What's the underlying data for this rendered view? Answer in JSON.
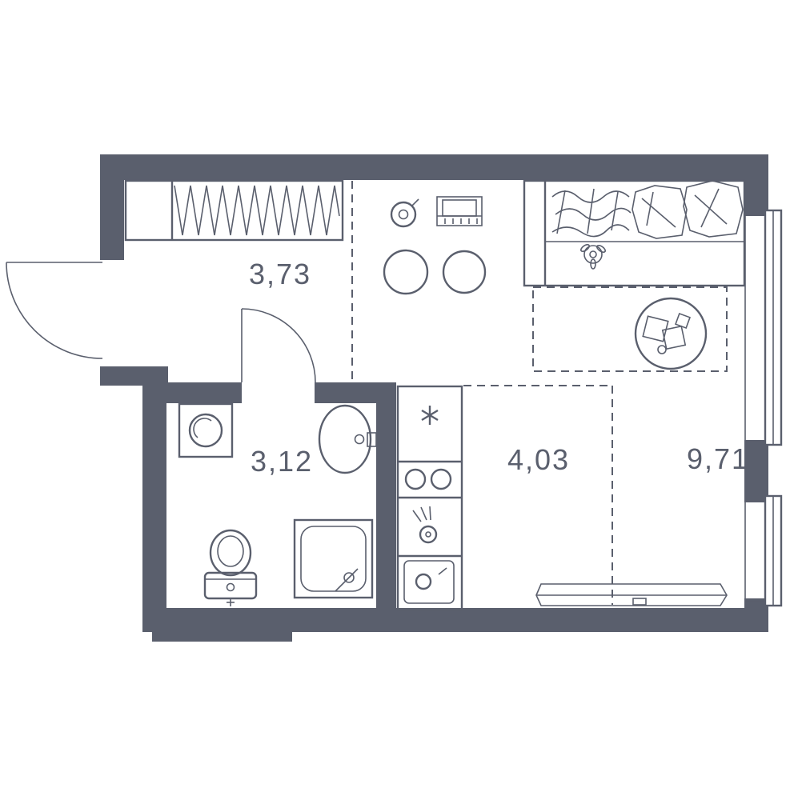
{
  "floorplan": {
    "type": "studio-apartment-floor-plan",
    "rooms": {
      "hallway": {
        "area": "3,73"
      },
      "bathroom": {
        "area": "3,12"
      },
      "kitchen": {
        "area": "4,03"
      },
      "living": {
        "area": "9,71"
      }
    },
    "colors": {
      "wall": "#5a5f6d",
      "background": "#ffffff"
    },
    "fixtures": {
      "hallway": [
        "wardrobe-icon",
        "entrance-door-icon"
      ],
      "bathroom": [
        "washing-machine-icon",
        "sink-icon",
        "toilet-icon",
        "shower-icon",
        "interior-door-icon"
      ],
      "kitchen": [
        "fridge-icon",
        "cooktop-icon",
        "faucet-icon",
        "kitchen-sink-icon",
        "pot-icon",
        "laptop-desk-icon",
        "round-stools-icon"
      ],
      "living": [
        "sofa-icon",
        "pillows-icon",
        "plant-icon",
        "dining-table-icon",
        "tv-console-icon",
        "window-icon"
      ]
    }
  }
}
